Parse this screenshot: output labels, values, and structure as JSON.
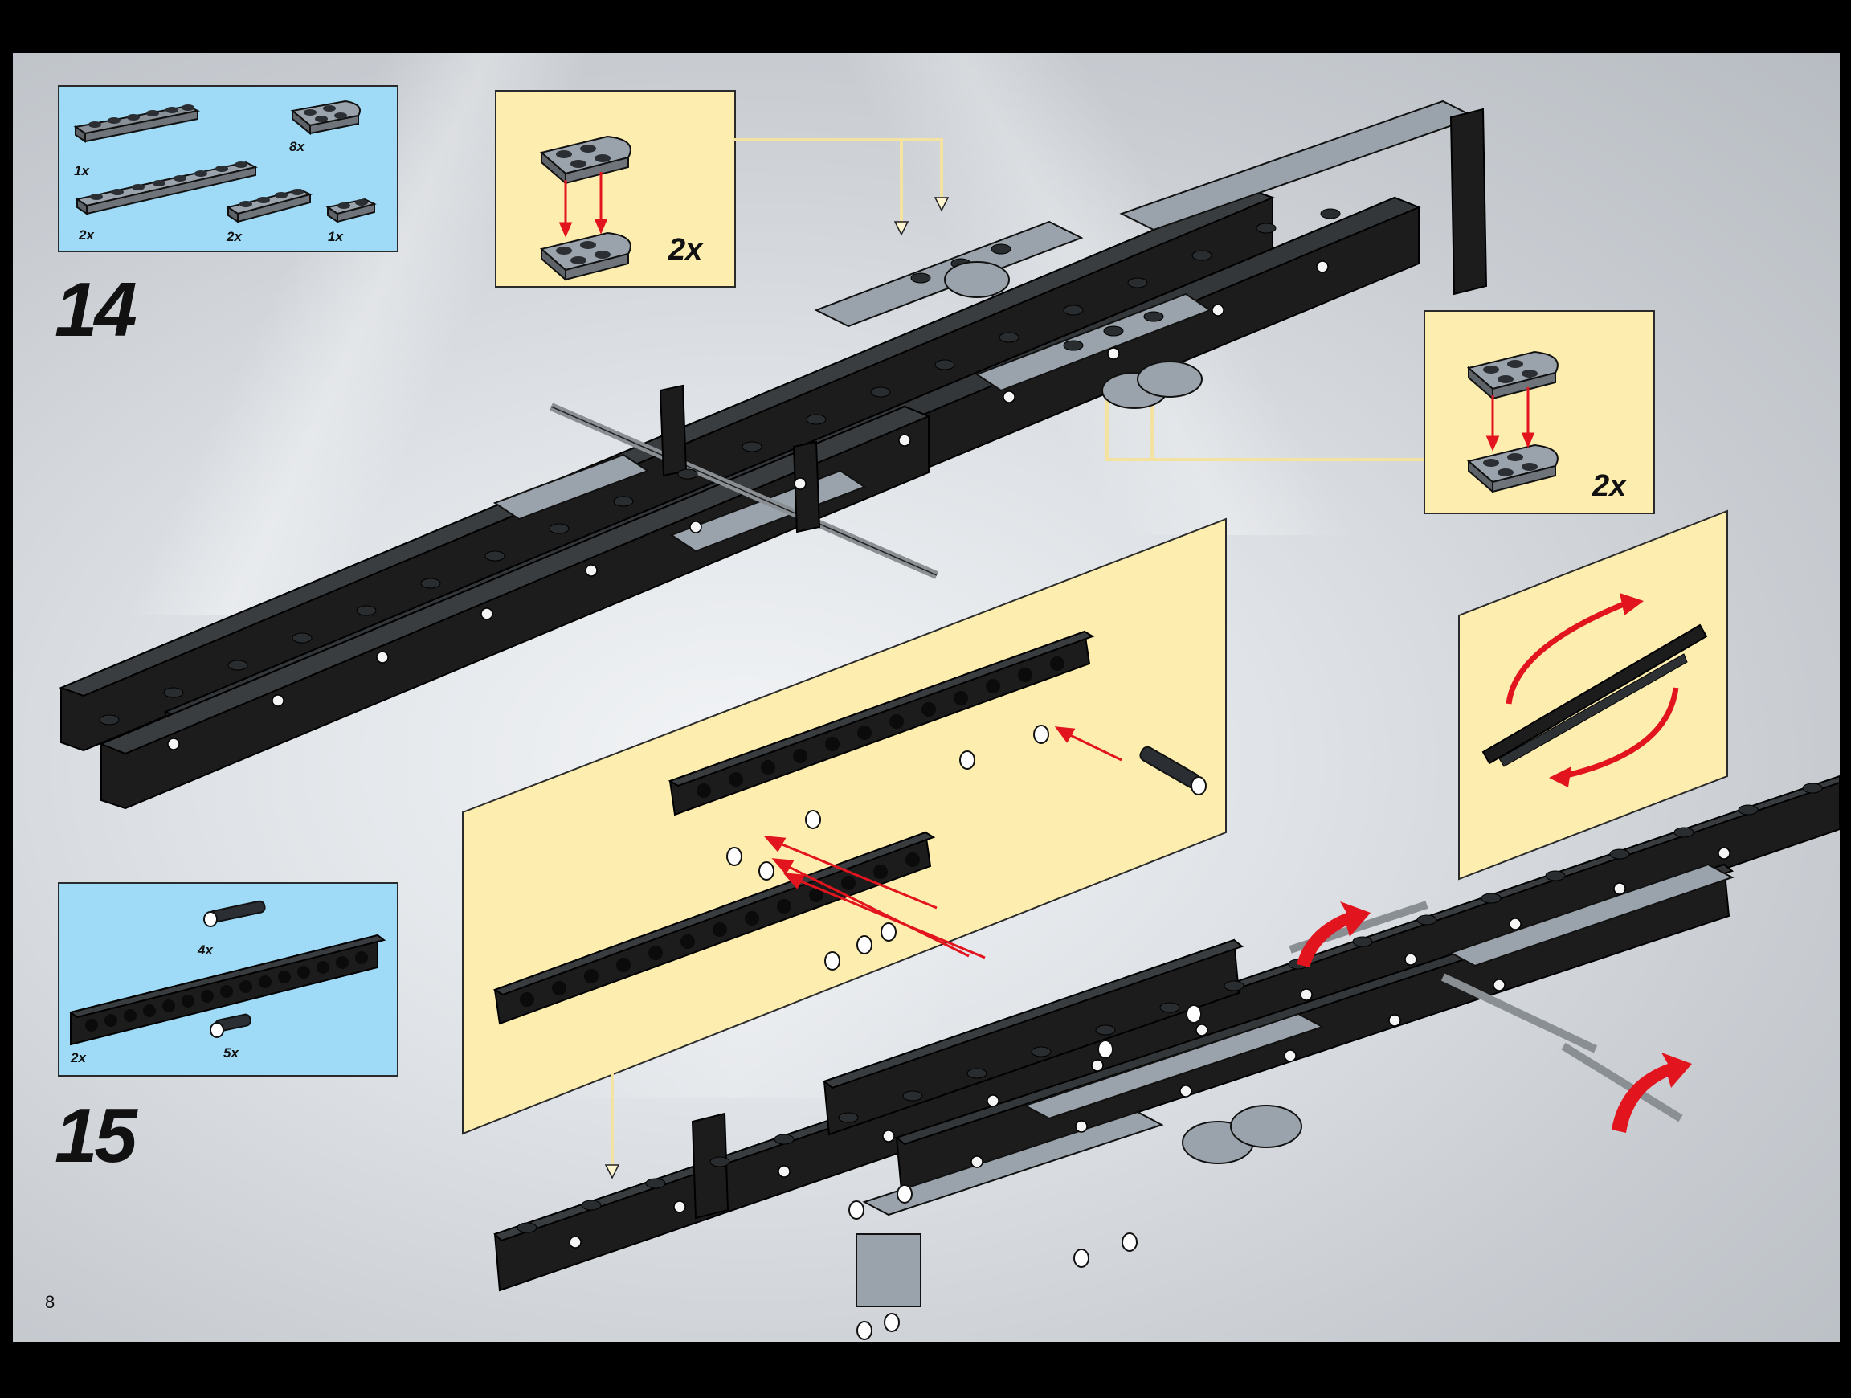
{
  "page": {
    "number": "8"
  },
  "step_14": {
    "number": "14",
    "parts_list": [
      {
        "qty": "1x",
        "part": "plate-1x6-dark-grey"
      },
      {
        "qty": "8x",
        "part": "plate-round-corner-light-grey"
      },
      {
        "qty": "2x",
        "part": "plate-1x8-light-grey"
      },
      {
        "qty": "2x",
        "part": "plate-1x4-light-grey"
      },
      {
        "qty": "1x",
        "part": "plate-1x2-light-grey"
      }
    ],
    "callout_top": {
      "multiplier": "2x"
    },
    "callout_right": {
      "multiplier": "2x"
    }
  },
  "step_15": {
    "number": "15",
    "parts_list": [
      {
        "qty": "4x",
        "part": "long-pin-black"
      },
      {
        "qty": "2x",
        "part": "technic-beam-1x16-black"
      },
      {
        "qty": "5x",
        "part": "pin-black"
      }
    ],
    "callout_rotate": {
      "icon": "rotate-model-icon"
    }
  },
  "colors": {
    "parts_box": "#9fdbf6",
    "callout": "#fdeeb0",
    "arrow_red": "#e2141e",
    "brick_black": "#1c1c1c",
    "brick_grey": "#9aa3ab"
  }
}
